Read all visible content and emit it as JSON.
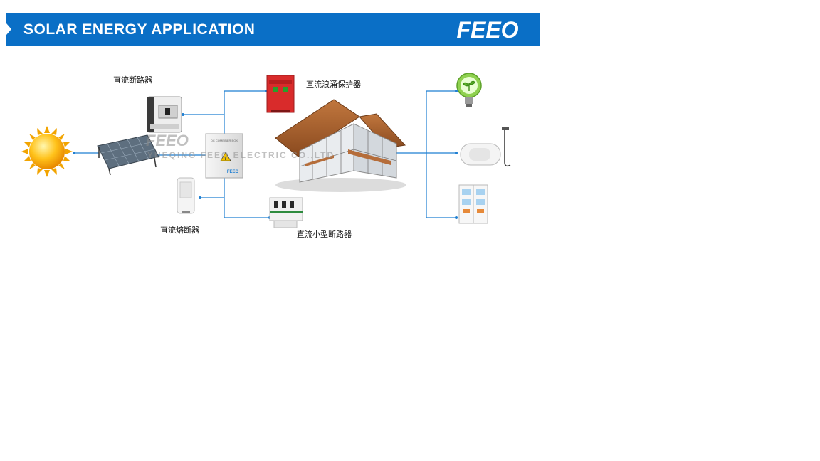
{
  "banner": {
    "title": "SOLAR ENERGY APPLICATION",
    "brand": "FEEO",
    "color": "#0a6fc6"
  },
  "diagram": {
    "labels": {
      "dc_breaker": "直流断路器",
      "dc_surge": "直流浪涌保护器",
      "dc_fuse": "直流熔断器",
      "dc_mini_breaker": "直流小型断路器"
    },
    "combiner_box": {
      "header": "DC COMBINER BOX",
      "brand": "FEEO"
    },
    "watermark": {
      "logo": "FEEO",
      "company": "YUEQING FEEO ELECTRIC CO.,LTD"
    },
    "line_color": "#1f7fd2",
    "icons": [
      "sun-icon",
      "solar-panel-icon",
      "mccb-icon",
      "combiner-box-icon",
      "dc-fuse-icon",
      "surge-protector-icon",
      "mini-breaker-icon",
      "house-icon",
      "bulb-icon",
      "water-heater-icon",
      "fridge-icon"
    ]
  }
}
